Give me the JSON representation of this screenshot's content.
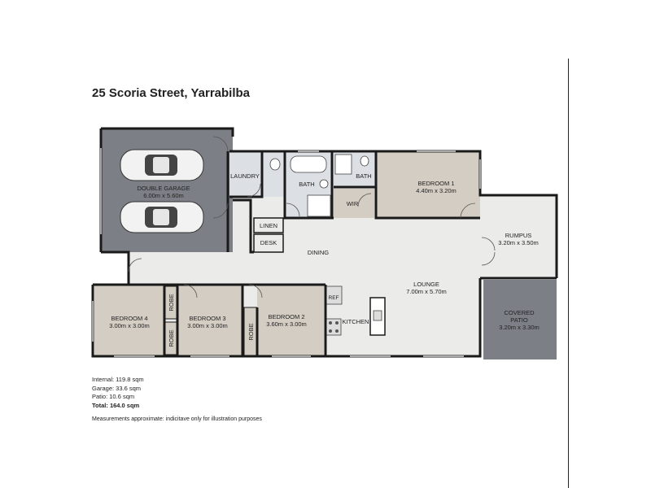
{
  "title": "25 Scoria Street, Yarrabilba",
  "rooms": {
    "garage": {
      "name": "DOUBLE GARAGE",
      "size": "6.00m x 5.60m"
    },
    "laundry": {
      "name": "LAUNDRY"
    },
    "bath1": {
      "name": "BATH"
    },
    "bath2": {
      "name": "BATH"
    },
    "wir": {
      "name": "WIR"
    },
    "bedroom1": {
      "name": "BEDROOM 1",
      "size": "4.40m x 3.20m"
    },
    "linen": {
      "name": "LINEN"
    },
    "desk": {
      "name": "DESK"
    },
    "dining": {
      "name": "DINING"
    },
    "rumpus": {
      "name": "RUMPUS",
      "size": "3.20m x 3.50m"
    },
    "lounge": {
      "name": "LOUNGE",
      "size": "7.00m x 5.70m"
    },
    "bedroom4": {
      "name": "BEDROOM 4",
      "size": "3.00m x 3.00m"
    },
    "robe1": {
      "name": "ROBE"
    },
    "robe2": {
      "name": "ROBE"
    },
    "bedroom3": {
      "name": "BEDROOM 3",
      "size": "3.00m x 3.00m"
    },
    "bedroom2": {
      "name": "BEDROOM 2",
      "size": "3.60m x 3.00m"
    },
    "robe3": {
      "name": "ROBE"
    },
    "ref": {
      "name": "REF"
    },
    "kitchen": {
      "name": "KITCHEN"
    },
    "patio": {
      "name": "COVERED",
      "name2": "PATIO",
      "size": "3.20m x 3.30m"
    }
  },
  "stats": {
    "internal": "Internal: 119.8 sqm",
    "garage": "Garage: 33.6 sqm",
    "patio": "Patio: 10.6 sqm",
    "total": "Total: 164.0 sqm"
  },
  "note": "Measurements approximate: indicitave only for illustration purposes",
  "colors": {
    "wall": "#1a1a1a",
    "floor": "#ebebea",
    "tan": "#d4cdc3",
    "garage": "#7c7f86",
    "wet": "#dcdfe4"
  }
}
